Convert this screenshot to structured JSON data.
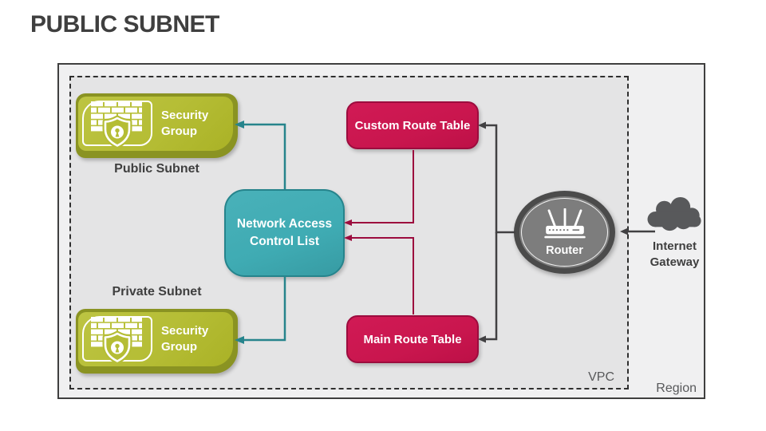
{
  "title": "PUBLIC SUBNET",
  "colors": {
    "lime": "#b5bd35",
    "lime_dark": "#8a9322",
    "teal": "#3fabb3",
    "teal_dark": "#26848c",
    "crimson": "#c9164e",
    "crimson_dark": "#9c0c3e",
    "node_gray": "#7d7d7d",
    "node_gray_dark": "#4b4b4b",
    "line_gray": "#414042",
    "text_dark": "#3f3f3f",
    "text_muted": "#58595b",
    "region_bg": "#f0f0f1",
    "vpc_bg": "#e4e4e5"
  },
  "region": {
    "label": "Region"
  },
  "vpc": {
    "label": "VPC"
  },
  "nodes": {
    "public_sg": {
      "title": "Security Group",
      "caption": "Public Subnet",
      "icon": "firewall-shield-icon"
    },
    "private_sg": {
      "title": "Security Group",
      "caption": "Private Subnet",
      "icon": "firewall-shield-icon"
    },
    "nacl": {
      "title": "Network Access Control List"
    },
    "custom_route_table": {
      "title": "Custom Route Table"
    },
    "main_route_table": {
      "title": "Main Route Table"
    },
    "router": {
      "title": "Router",
      "icon": "router-icon"
    },
    "internet_gateway": {
      "title": "Internet Gateway",
      "icon": "cloud-icon"
    }
  },
  "edges": [
    {
      "from": "custom_route_table",
      "to": "nacl",
      "color": "crimson"
    },
    {
      "from": "main_route_table",
      "to": "nacl",
      "color": "crimson"
    },
    {
      "from": "nacl",
      "to": "public_sg",
      "color": "teal"
    },
    {
      "from": "nacl",
      "to": "private_sg",
      "color": "teal"
    },
    {
      "from": "router",
      "to": "custom_route_table",
      "color": "gray"
    },
    {
      "from": "router",
      "to": "main_route_table",
      "color": "gray"
    },
    {
      "from": "internet_gateway",
      "to": "router",
      "color": "gray"
    }
  ]
}
